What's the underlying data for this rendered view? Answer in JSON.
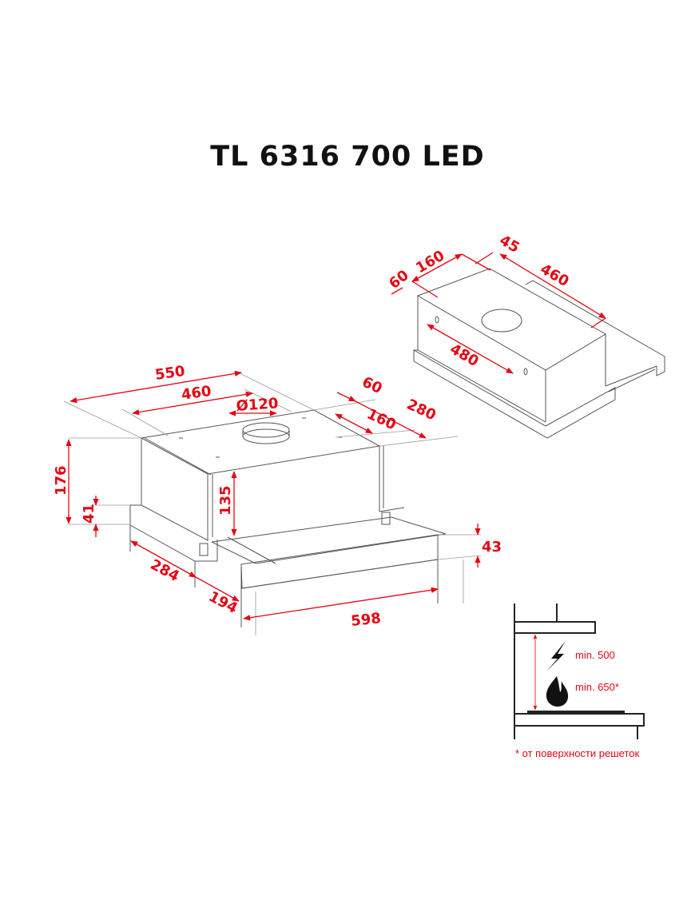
{
  "title": "TL 6316 700 LED",
  "main_view": {
    "dimensions": {
      "width_top": "550",
      "mount_holes": "460",
      "duct_diameter": "Ø120",
      "depth_offset": "60",
      "depth": "280",
      "hole_depth": "160",
      "total_height": "176",
      "frame_height": "41",
      "body_height": "135",
      "front_panel_height": "43",
      "side_depth": "284",
      "slide_out": "194",
      "front_width": "598"
    }
  },
  "iso_view": {
    "dimensions": {
      "offset_front": "60",
      "hole_spacing_depth": "160",
      "offset_back": "45",
      "hole_spacing_width": "460",
      "wall_holes": "480"
    }
  },
  "clearance": {
    "electric_label": "min. 500",
    "gas_label": "min. 650*",
    "footnote": "* от поверхности решеток",
    "icons": [
      "lightning-icon",
      "flame-icon"
    ],
    "accent_color": "#e30613"
  }
}
